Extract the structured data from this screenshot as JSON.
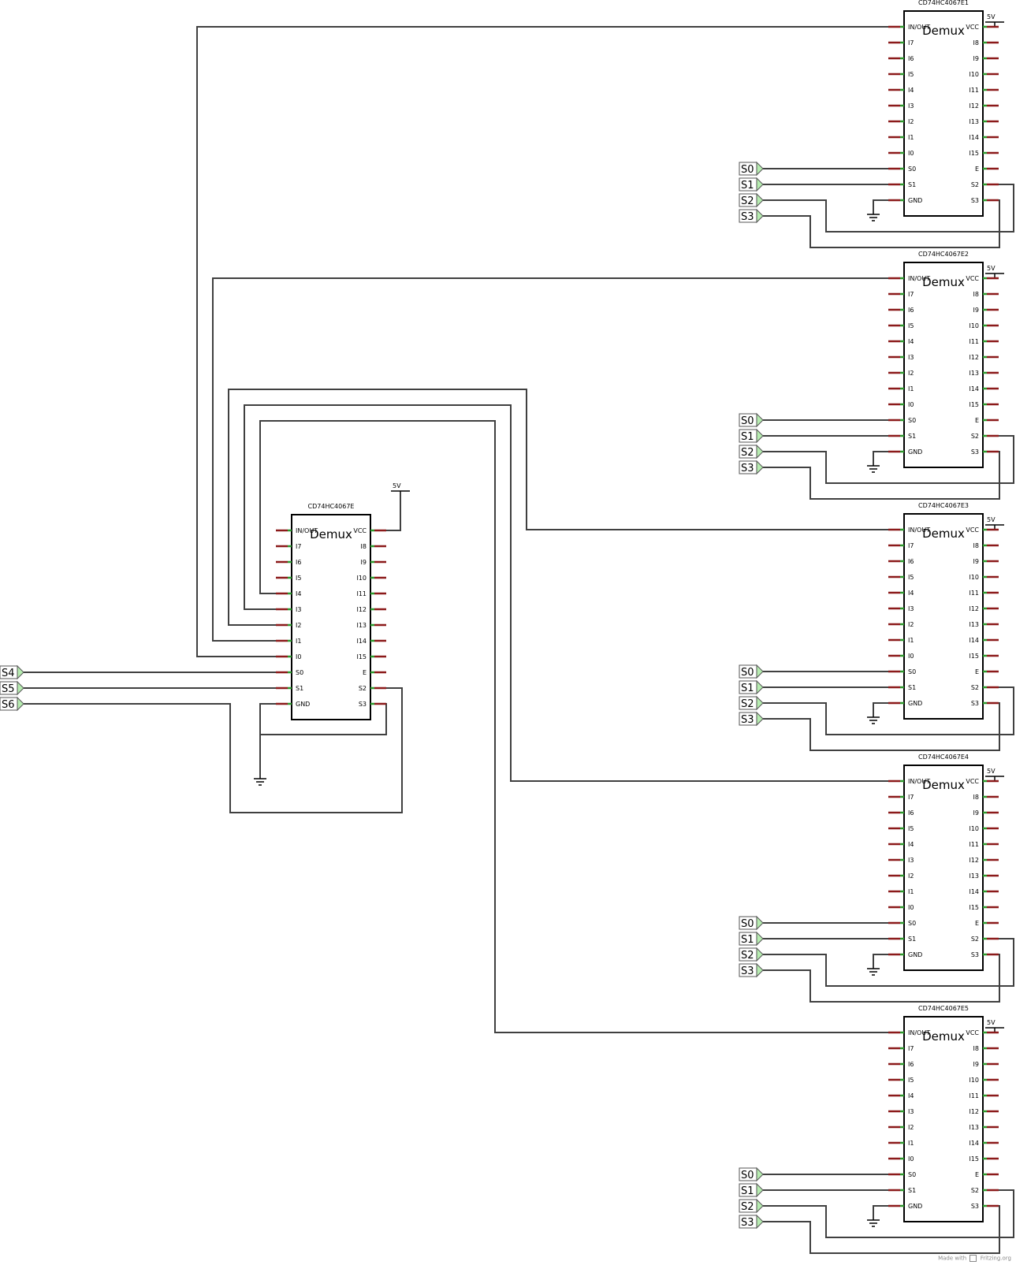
{
  "chips": [
    {
      "id": "main",
      "part": "CD74HC4067E",
      "label": "Demux",
      "power": "5V"
    },
    {
      "id": "e1",
      "part": "CD74HC4067E1",
      "label": "Demux",
      "power": "5V"
    },
    {
      "id": "e2",
      "part": "CD74HC4067E2",
      "label": "Demux",
      "power": "5V"
    },
    {
      "id": "e3",
      "part": "CD74HC4067E3",
      "label": "Demux",
      "power": "5V"
    },
    {
      "id": "e4",
      "part": "CD74HC4067E4",
      "label": "Demux",
      "power": "5V"
    },
    {
      "id": "e5",
      "part": "CD74HC4067E5",
      "label": "Demux",
      "power": "5V"
    }
  ],
  "left_pins": [
    "IN/OUT",
    "I7",
    "I6",
    "I5",
    "I4",
    "I3",
    "I2",
    "I1",
    "I0",
    "S0",
    "S1",
    "GND"
  ],
  "right_pins": [
    "VCC",
    "I8",
    "I9",
    "I10",
    "I11",
    "I12",
    "I13",
    "I14",
    "I15",
    "E",
    "S2",
    "S3"
  ],
  "main_net_labels": [
    "S4",
    "S5",
    "S6"
  ],
  "sub_net_labels": [
    "S0",
    "S1",
    "S2",
    "S3"
  ],
  "footer": {
    "made_with": "Made with",
    "brand": "Fritzing.org"
  }
}
